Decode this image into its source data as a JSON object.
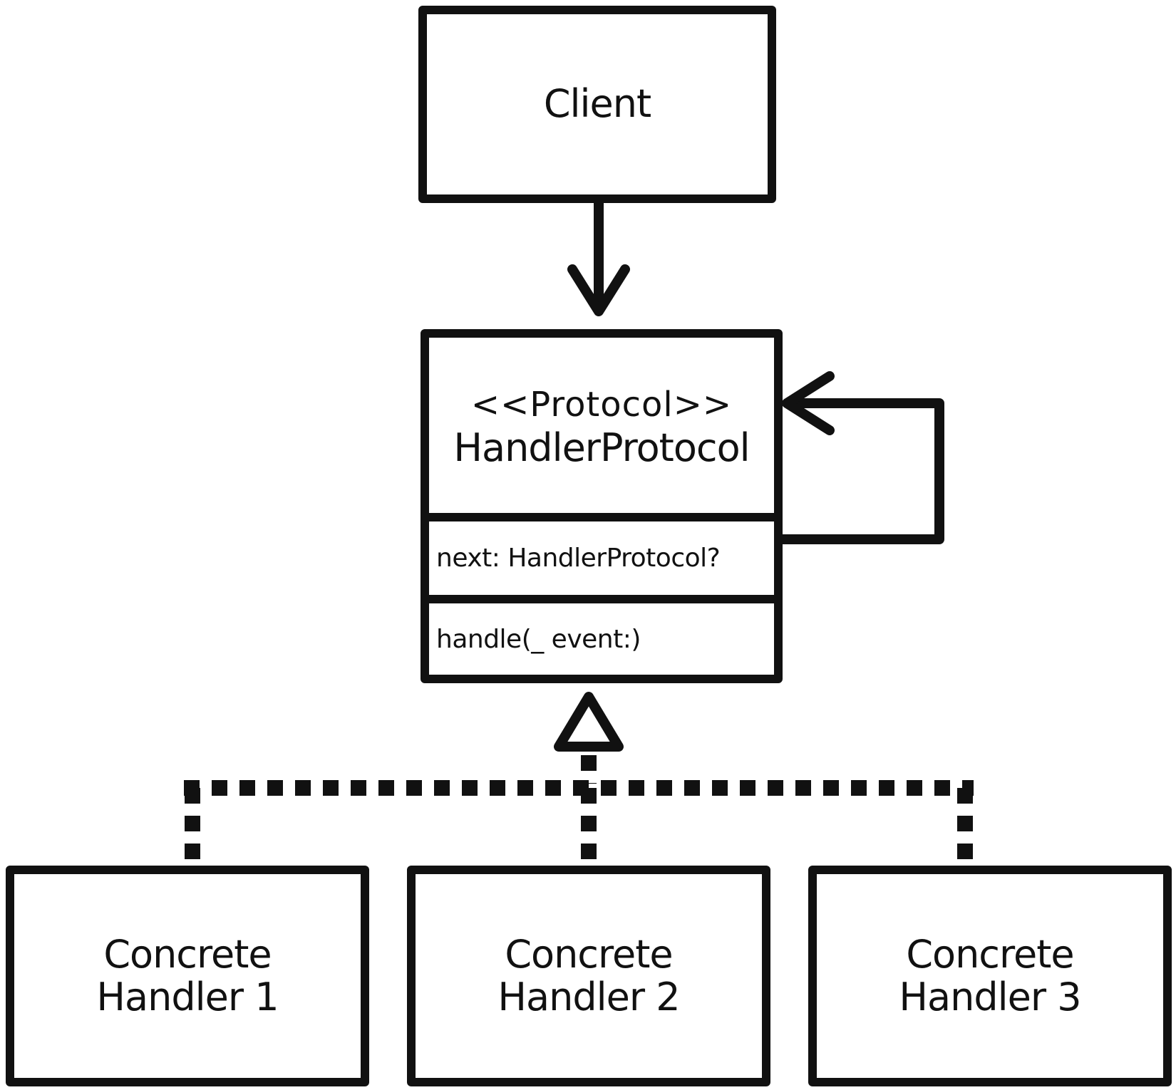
{
  "diagram": {
    "client": {
      "label": "Client"
    },
    "handler_protocol": {
      "stereotype": "<<Protocol>>",
      "name": "HandlerProtocol",
      "attribute": "next: HandlerProtocol?",
      "method": "handle(_ event:)"
    },
    "concrete_handlers": [
      {
        "line1": "Concrete",
        "line2": "Handler 1"
      },
      {
        "line1": "Concrete",
        "line2": "Handler 2"
      },
      {
        "line1": "Concrete",
        "line2": "Handler 3"
      }
    ],
    "relations": [
      {
        "from": "Client",
        "to": "HandlerProtocol",
        "kind": "association"
      },
      {
        "from": "HandlerProtocol",
        "to": "HandlerProtocol",
        "kind": "self-association",
        "via": "next"
      },
      {
        "from": "Concrete Handler 1",
        "to": "HandlerProtocol",
        "kind": "realization"
      },
      {
        "from": "Concrete Handler 2",
        "to": "HandlerProtocol",
        "kind": "realization"
      },
      {
        "from": "Concrete Handler 3",
        "to": "HandlerProtocol",
        "kind": "realization"
      }
    ],
    "colors": {
      "ink": "#111111",
      "background": "#ffffff"
    }
  }
}
